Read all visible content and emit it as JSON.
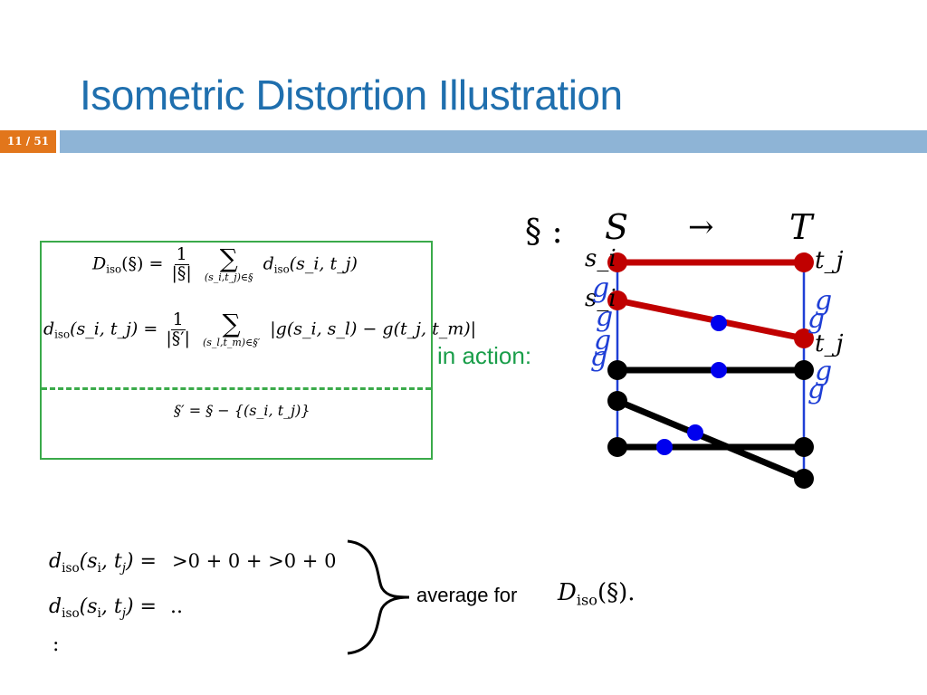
{
  "slide": {
    "title": "Isometric Distortion Illustration",
    "page_number": "11 / 51"
  },
  "formula_box": {
    "line1": {
      "lhs": "D",
      "lhs_sub": "iso",
      "arg": "(§) =",
      "frac_num": "1",
      "frac_den": "|§|",
      "sum_limit": "(s_i,t_j)∈§",
      "rhs": "d",
      "rhs_sub": "iso",
      "rhs_arg": "(s_i, t_j)"
    },
    "line2": {
      "lhs": "d",
      "lhs_sub": "iso",
      "lhs_arg": "(s_i, t_j) =",
      "frac_num": "1",
      "frac_den": "|§′|",
      "sum_limit": "(s_l,t_m)∈§′",
      "rhs": "|g(s_i, s_l) − g(t_j, t_m)|"
    },
    "line3": "§′ = § − {(s_i, t_j)}",
    "colors": {
      "border": "#3aaa4a"
    }
  },
  "action_label": "in action:",
  "diagram": {
    "map_symbol": "§ :",
    "source": "S",
    "arrow": "→",
    "target": "T",
    "labels": {
      "s_i": "s_i",
      "t_j": "t_j",
      "g": "g"
    },
    "colors": {
      "axis": "#1f3fd6",
      "highlight": "#c00000",
      "match": "#000000",
      "midpoint": "#0000ee"
    }
  },
  "bottom": {
    "row1_lhs": "d_iso(s_i, t_j) =",
    "row1_rhs": ">0 + 0 +  >0 + 0",
    "row2_lhs": "d_iso(s_i, t_j) =",
    "row2_rhs": "..",
    "row3": ":",
    "average_text": "average for",
    "average_formula": "D_iso(§).",
    "average_lhs": "D",
    "average_sub": "iso",
    "average_arg": "(§)",
    "average_period": "."
  }
}
